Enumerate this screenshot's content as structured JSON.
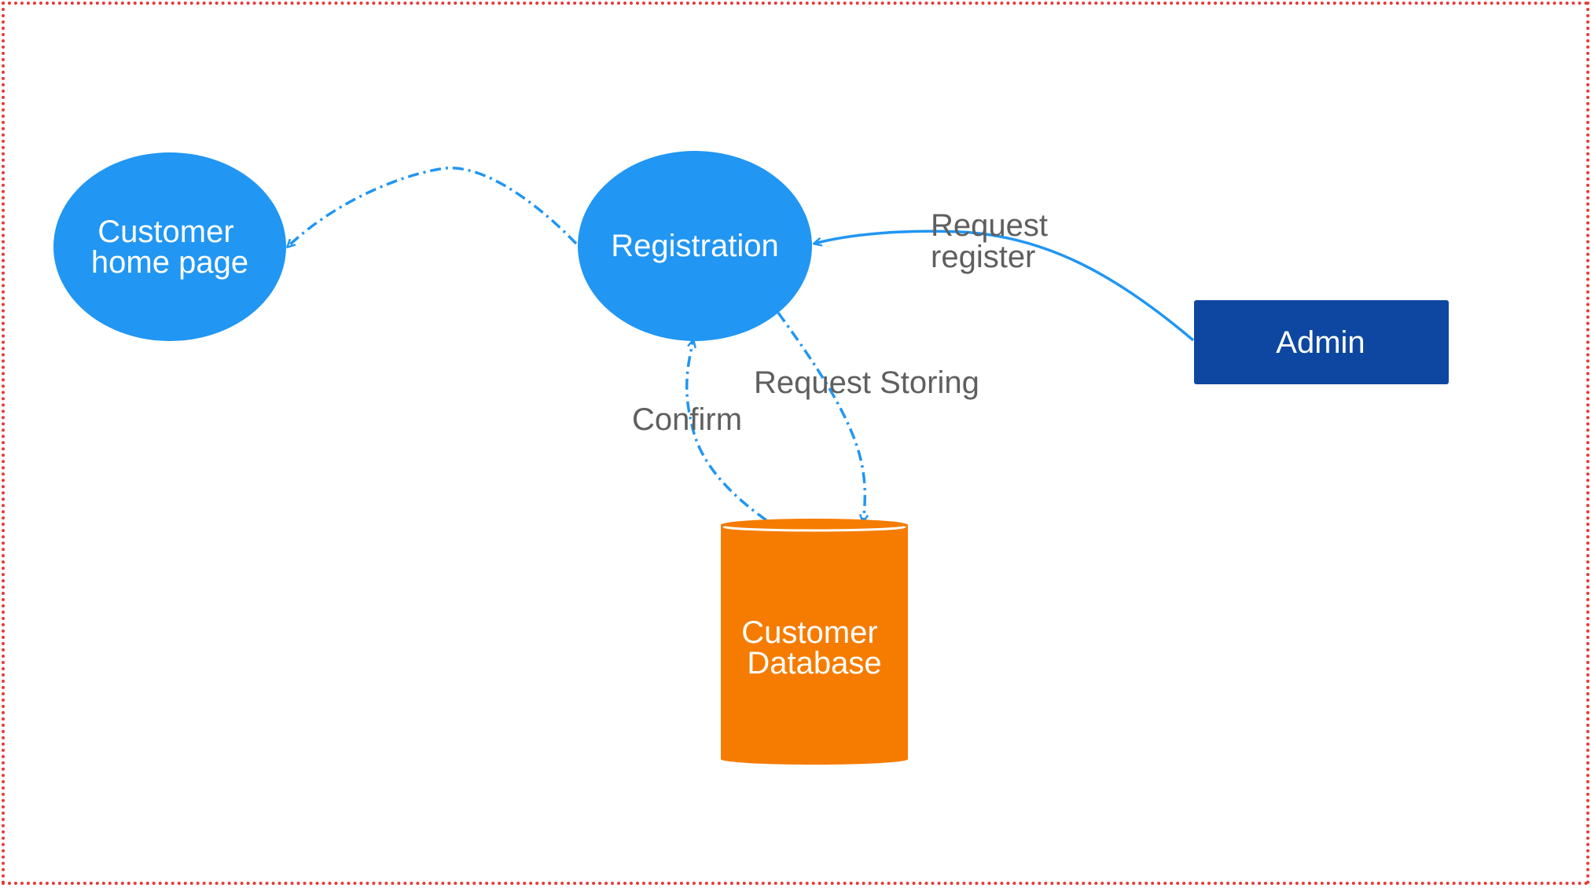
{
  "diagram": {
    "nodes": {
      "customer_home_page": {
        "line1": "Customer",
        "line2": "home page",
        "shape": "ellipse",
        "color": "#2196F3"
      },
      "registration": {
        "label": "Registration",
        "shape": "ellipse",
        "color": "#2196F3"
      },
      "admin": {
        "label": "Admin",
        "shape": "rectangle",
        "color": "#0D47A1"
      },
      "customer_database": {
        "line1": "Customer",
        "line2": "Database",
        "shape": "cylinder",
        "color": "#F57C00"
      }
    },
    "edges": {
      "request_register": {
        "line1": "Request",
        "line2": "register",
        "from": "Admin",
        "to": "Registration"
      },
      "request_storing": {
        "label": "Request Storing",
        "from": "Registration",
        "to": "Customer Database"
      },
      "confirm": {
        "label": "Confirm",
        "from": "Customer Database",
        "to": "Registration"
      },
      "to_home_page": {
        "from": "Registration",
        "to": "Customer home page"
      }
    },
    "colors": {
      "edge": "#2196F3",
      "edge_label": "#5f5f5f",
      "frame_border": "#e53935"
    }
  }
}
